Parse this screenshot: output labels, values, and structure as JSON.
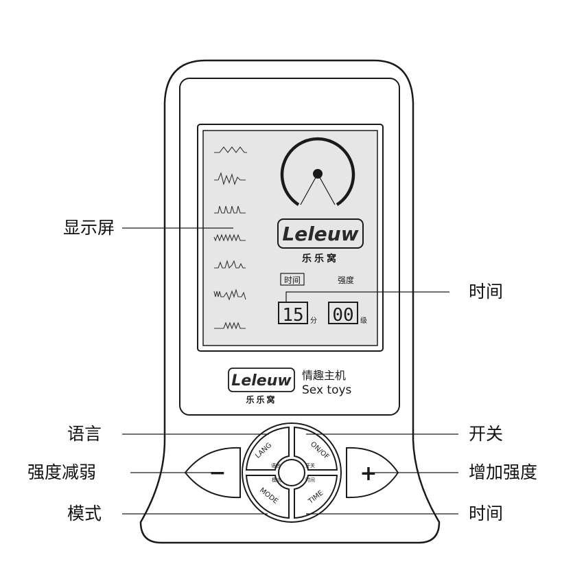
{
  "device": {
    "brand_logo": "Leleuw",
    "brand_cn": "乐乐窝",
    "subtitle_cn": "情趣主机",
    "subtitle_en": "Sex toys"
  },
  "screen": {
    "label_time": "时间",
    "label_intensity": "强度",
    "time_value": "15",
    "time_unit": "分",
    "level_value": "00",
    "level_unit": "级"
  },
  "buttons": {
    "minus": "−",
    "plus": "+",
    "lang": "LANG",
    "lang_cn": "语言",
    "onoff": "ON/OF",
    "onoff_cn": "开关",
    "mode": "MODE",
    "mode_cn": "模式",
    "time": "TIME",
    "time_cn": "时间"
  },
  "callouts": {
    "display": "显示屏",
    "time_top": "时间",
    "language": "语言",
    "power": "开关",
    "decrease": "强度减弱",
    "increase": "增加强度",
    "mode": "模式",
    "time_bottom": "时间"
  },
  "colors": {
    "line": "#1a1a1a",
    "screen": "#e6e6e6",
    "body": "#ffffff"
  }
}
